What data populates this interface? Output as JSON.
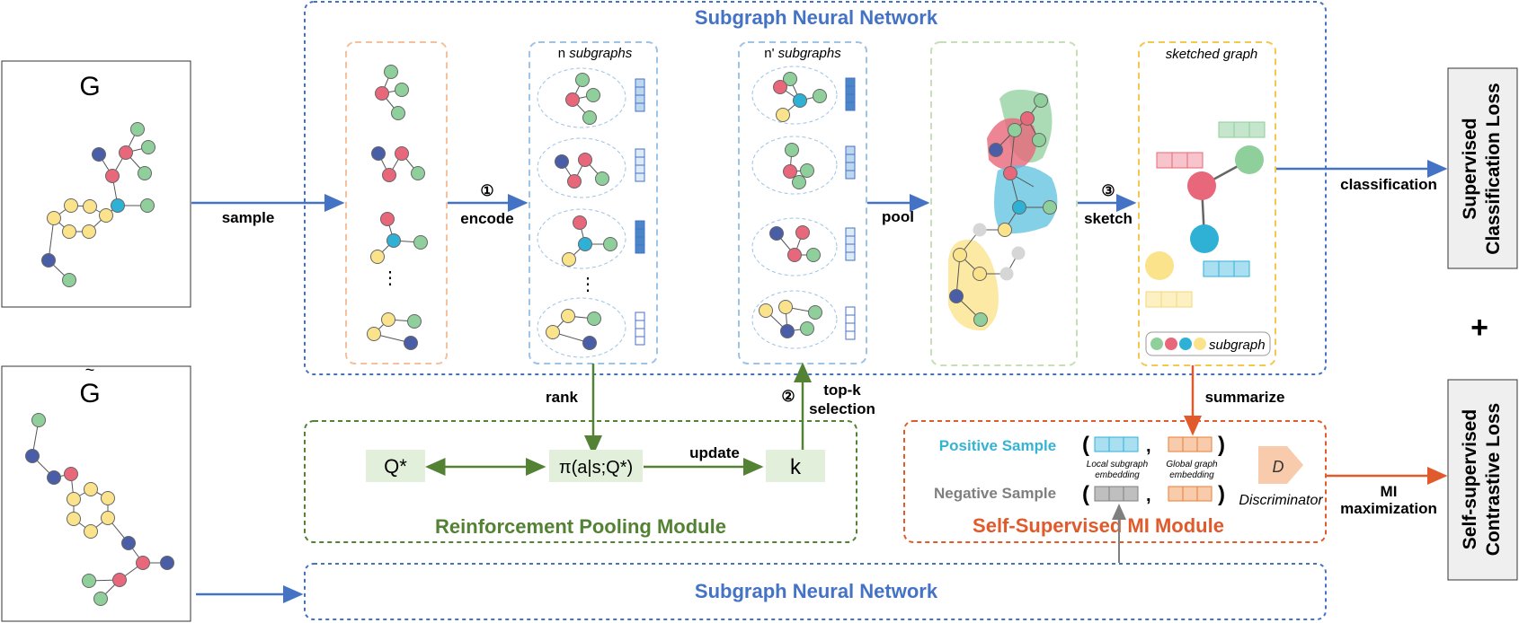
{
  "graph_panels": {
    "top_label": "G",
    "bottom_label": "G",
    "bottom_label_mark": "~"
  },
  "sgnn": {
    "title_top": "Subgraph Neural Network",
    "title_bottom": "Subgraph Neural Network"
  },
  "flow": {
    "sample": "sample",
    "step1": "①",
    "encode": "encode",
    "pool": "pool",
    "step3": "③",
    "sketch": "sketch",
    "classification": "classification",
    "rank": "rank",
    "step2": "②",
    "topk_line1": "top-k",
    "topk_line2": "selection",
    "summarize": "summarize",
    "mi_line1": "MI",
    "mi_line2": "maximization"
  },
  "panels": {
    "n_prefix": "n",
    "n_subgraphs": "subgraphs",
    "nprime_prefix": "n'",
    "nprime_subgraphs": "subgraphs",
    "sketched_graph": "sketched graph",
    "legend_subgraph": "subgraph",
    "ellipsis1": "⋮",
    "ellipsis2": "⋮"
  },
  "rl": {
    "q_star": "Q*",
    "policy": "π(a|s;Q*)",
    "update": "update",
    "k": "k",
    "title": "Reinforcement Pooling Module"
  },
  "mi": {
    "positive": "Positive Sample",
    "negative": "Negative Sample",
    "local_line1": "Local subgraph",
    "local_line2": "embedding",
    "global_line1": "Global graph",
    "global_line2": "embedding",
    "discriminator": "Discriminator",
    "disc_symbol": "D",
    "title": "Self-Supervised  MI Module"
  },
  "losses": {
    "supervised_line1": "Supervised",
    "supervised_line2": "Classification Loss",
    "plus": "+",
    "selfsup_line1": "Self-supervised",
    "selfsup_line2": "Contrastive Loss"
  },
  "colors": {
    "blue_title": "#4472c4",
    "blue_node": "#4a5ea8",
    "red_node": "#e8677a",
    "green_node": "#8fcf9b",
    "yellow_node": "#fbe38c",
    "cyan_node": "#2fb1d6",
    "gray_node": "#d6d6d6",
    "green_title": "#548235",
    "orange_title": "#e05a2b",
    "positive_text": "#36b3d1",
    "negative_text": "#7f7f7f"
  }
}
